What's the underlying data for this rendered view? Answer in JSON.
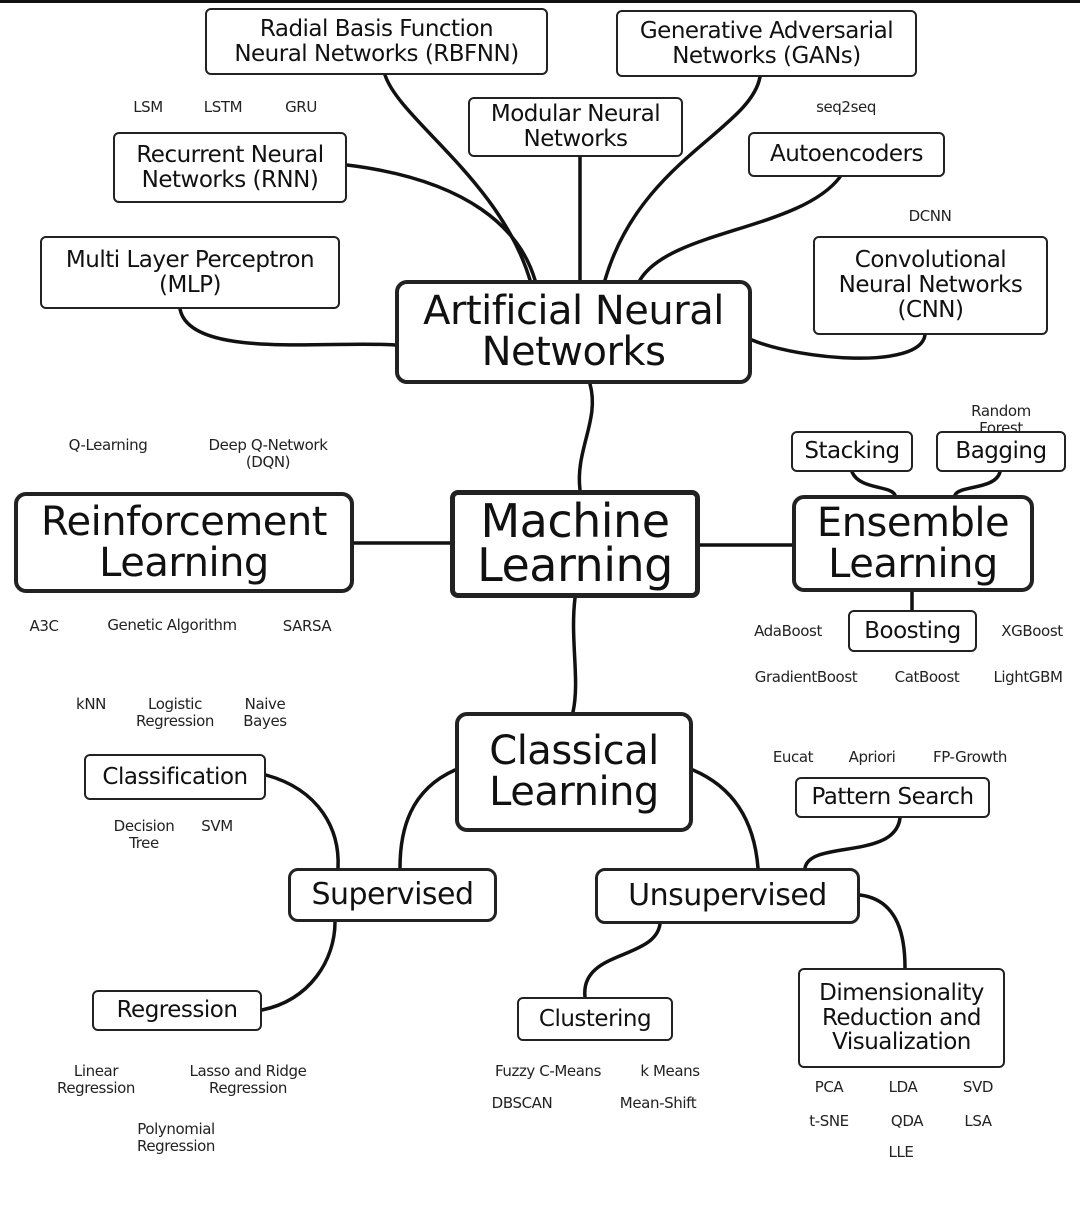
{
  "nodes": {
    "rbfnn": "Radial Basis Function\nNeural Networks (RBFNN)",
    "gans": "Generative Adversarial\nNetworks (GANs)",
    "modular": "Modular Neural\nNetworks",
    "rnn": "Recurrent Neural\nNetworks (RNN)",
    "autoencoders": "Autoencoders",
    "mlp": "Multi Layer Perceptron\n(MLP)",
    "cnn": "Convolutional\nNeural Networks\n(CNN)",
    "ann": "Artificial Neural\nNetworks",
    "stacking": "Stacking",
    "bagging": "Bagging",
    "reinforcement": "Reinforcement\nLearning",
    "ml": "Machine\nLearning",
    "ensemble": "Ensemble\nLearning",
    "boosting": "Boosting",
    "classical": "Classical\nLearning",
    "classification": "Classification",
    "pattern_search": "Pattern Search",
    "supervised": "Supervised",
    "unsupervised": "Unsupervised",
    "regression": "Regression",
    "clustering": "Clustering",
    "dimensionality": "Dimensionality\nReduction and\nVisualization"
  },
  "labels": {
    "lsm": "LSM",
    "lstm": "LSTM",
    "gru": "GRU",
    "seq2seq": "seq2seq",
    "dcnn": "DCNN",
    "random_forest": "Random Forest",
    "q_learning": "Q-Learning",
    "dqn": "Deep Q-Network\n(DQN)",
    "a3c": "A3C",
    "genetic": "Genetic Algorithm",
    "sarsa": "SARSA",
    "adaboost": "AdaBoost",
    "xgboost": "XGBoost",
    "gradientboost": "GradientBoost",
    "catboost": "CatBoost",
    "lightgbm": "LightGBM",
    "knn": "kNN",
    "logistic": "Logistic\nRegression",
    "naive_bayes": "Naive\nBayes",
    "eucat": "Eucat",
    "apriori": "Apriori",
    "fp_growth": "FP-Growth",
    "decision_tree": "Decision\nTree",
    "svm": "SVM",
    "linear_reg": "Linear\nRegression",
    "lasso_ridge": "Lasso and Ridge\nRegression",
    "polynomial": "Polynomial\nRegression",
    "fuzzy": "Fuzzy C-Means",
    "kmeans": "k Means",
    "dbscan": "DBSCAN",
    "meanshift": "Mean-Shift",
    "pca": "PCA",
    "lda": "LDA",
    "svd": "SVD",
    "tsne": "t-SNE",
    "qda": "QDA",
    "lsa": "LSA",
    "lle": "LLE"
  }
}
